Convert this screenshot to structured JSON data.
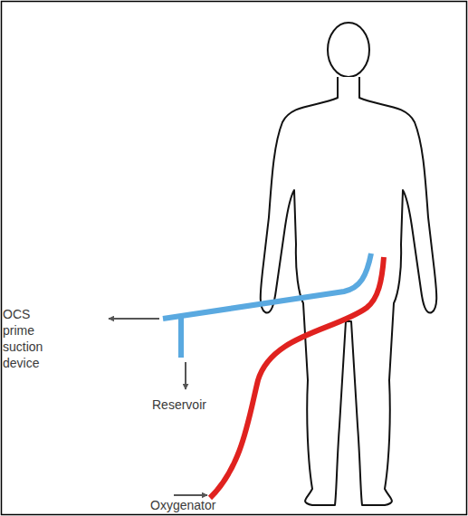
{
  "diagram": {
    "labels": [
      "OCS prime suction device",
      "Reservoir",
      "Oxygenator"
    ]
  }
}
